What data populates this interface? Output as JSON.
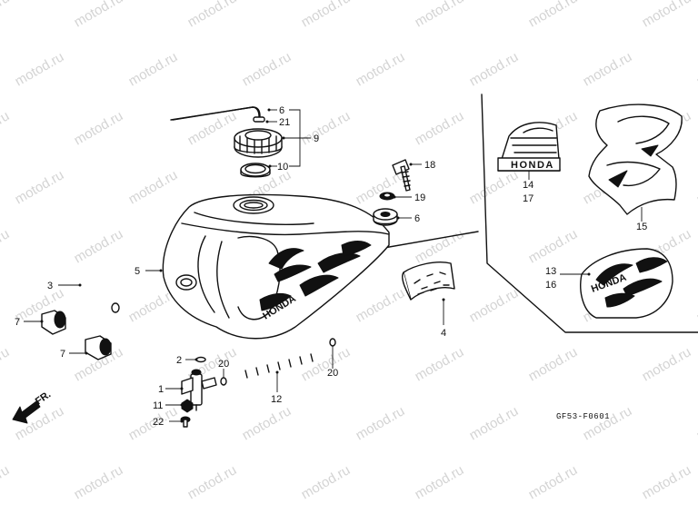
{
  "watermark": "motod.ru",
  "diagram_ref": "GF53-F0601",
  "direction_label": "FR.",
  "badge_text": "HONDA",
  "callouts": {
    "c1": "1",
    "c2": "2",
    "c3": "3",
    "c4": "4",
    "c5": "5",
    "c6a": "6",
    "c6b": "6",
    "c7a": "7",
    "c7b": "7",
    "c9": "9",
    "c10": "10",
    "c11": "11",
    "c12": "12",
    "c13": "13",
    "c14": "14",
    "c15": "15",
    "c16": "16",
    "c17": "17",
    "c18": "18",
    "c19": "19",
    "c20a": "20",
    "c20b": "20",
    "c21": "21",
    "c22": "22"
  }
}
